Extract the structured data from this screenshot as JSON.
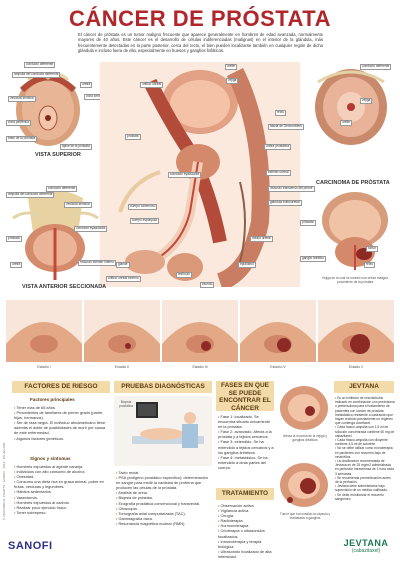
{
  "page": {
    "title": "CÁNCER DE PRÓSTATA",
    "intro": "El cáncer de próstata es un tumor maligno frecuente que aparece generalmente en hombres de edad avanzada, normalmente mayores de 40 años. Este cáncer es el desarrollo de células indiferenciadas (malignas) en el interior de la glándula, más frecuentemente detectadas en la parte posterior, cerca del recto, el bien pueden localizarse también en cualquier región de dicha glándula e incluso fuera de ella, especialmente en huesos y ganglios linfáticos."
  },
  "figures": {
    "vista_superior": "VISTA SUPERIOR",
    "vista_anterior": "VISTA ANTERIOR SECCIONADA",
    "carcinoma": "CARCINOMA DE PRÓSTATA",
    "carcinoma_note": "Vejiga en la cual se invadió una célula maligna procedente de la próstata",
    "labels_left_top": [
      "conducto deferente",
      "ampolla del conducto deferente",
      "vesícula seminal",
      "uretra",
      "zona central",
      "zona periférica",
      "base de la próstata",
      "ápice de la próstata"
    ],
    "labels_center": [
      "uréter",
      "orificio uretral",
      "vejiga",
      "recto",
      "próstata",
      "fascia de Denonvilliers",
      "uretra prostática",
      "conducto eyaculador",
      "esfínter uretral",
      "músculo transverso del periné",
      "glándula bulbouretral",
      "cuerpo cavernoso",
      "cuerpo esponjoso",
      "glande",
      "testículo",
      "epidídimo",
      "escroto",
      "orificio uretral externo",
      "meato uretral"
    ],
    "labels_left_bottom": [
      "conducto deferente",
      "ampolla del conducto deferente",
      "vesícula seminal",
      "conducto eyaculador",
      "próstata",
      "músculo esfínter interno",
      "uretra"
    ],
    "labels_right": [
      "conducto deferente",
      "vejiga",
      "uréter",
      "próstata",
      "tumor",
      "ganglio linfático",
      "recto"
    ]
  },
  "stages": [
    "Estadio I",
    "Estadio II",
    "Estadio III",
    "Estadio IV",
    "Estadio V"
  ],
  "factores": {
    "header": "FACTORES DE RIESGO",
    "sub1": "Factores principales",
    "items1": [
      "Tener más de 65 años.",
      "Procedentes de familiares de primer grado (padre, hijos, hermanos).",
      "Ser de raza negra. El individuo afroamericano tiene además el doble de posibilidades de morir por causa de este enfermedad.",
      "Algunos factores genéticos."
    ],
    "sub2": "Signos y síntomas",
    "items2": [
      "Hombres expuestos al agente naranja.",
      "Individuos con alto consumo de alcohol.",
      "Obesidad.",
      "Consumo una dieta rica en grasa animal, pobre en frutas, verduras y legumbres.",
      "Hábitos sedentarios.",
      "Vasectomía.",
      "Hombres expuestos al cadmio.",
      "Realizar poco ejercicio físico.",
      "Tener sobrepeso."
    ]
  },
  "pruebas": {
    "header": "PRUEBAS DIAGNÓSTICAS",
    "img_caption": "Biopsia prostática",
    "items": [
      "Tacto rectal.",
      "PSA (antígeno prostático específico): determinación en sangre para medir la cantidad de proteína que producen las células de la próstata.",
      "Análisis de orina.",
      "Biopsia de próstata.",
      "Ecografía prostática convencional y transrectal.",
      "Citoscopia.",
      "Tomografía axial computarizada (TAC).",
      "Gammagrafía ósea.",
      "Resonancia magnética nuclear (RMN)."
    ]
  },
  "fases": {
    "header": "FASES EN QUE SE PUEDE ENCONTRAR EL CÁNCER",
    "items": [
      "Fase 1: localizado. Se encuentra situado únicamente en la próstata.",
      "Fase 2: avanzado. Afecta a la próstata y a tejidos cercanos.",
      "Fase 3: extendido. Se ha extendido a tejidos cercanos y a los ganglios linfáticos.",
      "Fase 4: metastásico. Se ha extendido a otras partes del cuerpo."
    ],
    "img_caption": "Afecta la mucosa de la vejiga y ganglios linfáticos"
  },
  "tratamiento": {
    "header": "TRATAMIENTO",
    "items": [
      "Observación activa.",
      "Vigilancia activa.",
      "Cirugía.",
      "Radioterapia.",
      "Hormonoterapia.",
      "Crioterapia o ultrasonidos focalizados.",
      "Inmunoterapia y terapia biológica.",
      "Ultrasonido focalizado de alta intensidad."
    ],
    "img_caption": "Tumor que ha invadido la cápsula y metástasis a ganglios"
  },
  "jevtana": {
    "header": "JEVTANA",
    "items": [
      "Es un inhibidor de microtúbulos indicado en combinación con prednisona o prednisolona para el tratamiento de pacientes con cáncer de próstata metastásico resistente a castración que hayan recibido previamente un régimen que contenga docetaxel.",
      "Cada frasco-ampolla con 1,5 ml de solución concentrada contiene 60 mg de cabazitaxel.",
      "Cada frasco-ampolla con diluyente contiene 4,5 ml de solvente.",
      "No se debe utilizar como monoterapia en pacientes con recuento bajo de neutrófilos.",
      "La dosificación recomendada de Jevtana es de 25 mg/m2 administrada en perfusión intravenosa de 1 hora cada 3 semanas.",
      "Se recomienda premedicación antes de la perfusión.",
      "Jevtana debe administrarse bajo supervisión de un médico calificado.",
      "Se debe monitorizar el recuento sanguíneo."
    ],
    "brand": "JEVTANA",
    "brand_sub": "(cabazitaxel)"
  },
  "footer": {
    "company": "SANOFI",
    "side_note": "© ANATOMICAL CHARTS · SANOFI · 2014 · ES-JEV-000"
  },
  "colors": {
    "title": "#b0262a",
    "panel": "#f2dba8",
    "brand": "#2e2e8a",
    "jevtana": "#1f7a52"
  }
}
